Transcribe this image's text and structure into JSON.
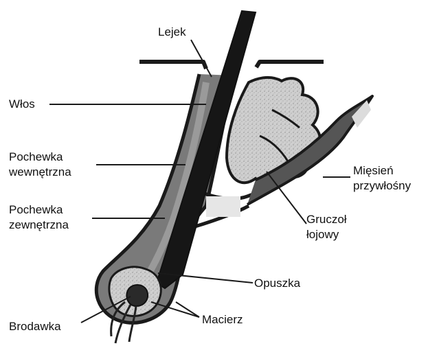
{
  "colors": {
    "ink": "#1a1a1a",
    "sheath": "#6f6f6f",
    "gland": "#c9c9c9",
    "background": "#ffffff"
  },
  "labels": {
    "lejek": "Lejek",
    "wlos": "Włos",
    "pochewka_wewn_1": "Pochewka",
    "pochewka_wewn_2": "wewnętrzna",
    "pochewka_zewn_1": "Pochewka",
    "pochewka_zewn_2": "zewnętrzna",
    "miesien_1": "Mięsień",
    "miesien_2": "przywłośny",
    "gruczol_1": "Gruczoł",
    "gruczol_2": "łojowy",
    "opuszka": "Opuszka",
    "macierz": "Macierz",
    "brodawka": "Brodawka"
  }
}
